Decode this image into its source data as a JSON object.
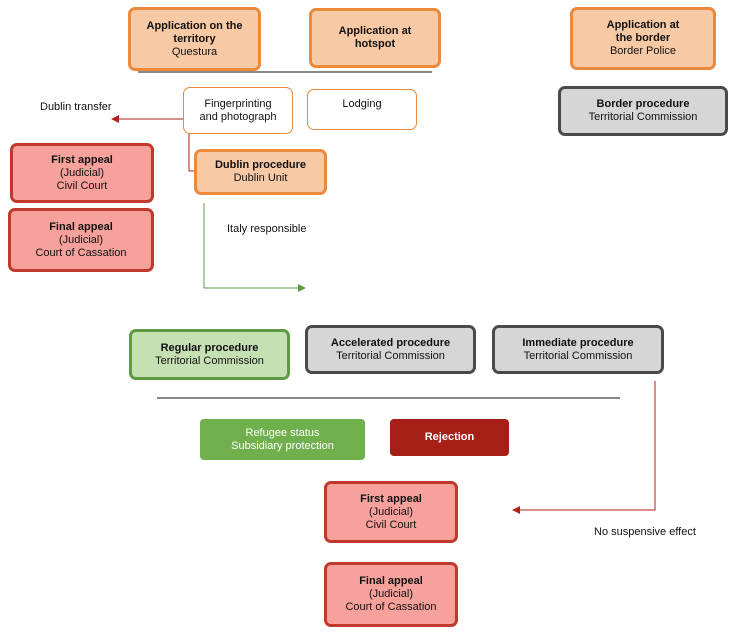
{
  "boxes": {
    "app_territory": {
      "title": "Application on the territory",
      "sub": "Questura"
    },
    "app_hotspot": {
      "title": "Application at hotspot"
    },
    "app_border": {
      "title": "Application at the border",
      "sub": "Border Police"
    },
    "fingerprinting": {
      "text": "Fingerprinting and photograph"
    },
    "lodging": {
      "text": "Lodging"
    },
    "border_procedure": {
      "title": "Border procedure",
      "sub": "Territorial Commission"
    },
    "dublin_procedure": {
      "title": "Dublin procedure",
      "sub": "Dublin Unit"
    },
    "first_appeal_left": {
      "title": "First appeal",
      "sub1": "(Judicial)",
      "sub2": "Civil Court"
    },
    "final_appeal_left": {
      "title": "Final appeal",
      "sub1": "(Judicial)",
      "sub2": "Court of Cassation"
    },
    "regular_procedure": {
      "title": "Regular procedure",
      "sub": "Territorial Commission"
    },
    "accelerated_procedure": {
      "title": "Accelerated procedure",
      "sub": "Territorial Commission"
    },
    "immediate_procedure": {
      "title": "Immediate procedure",
      "sub": "Territorial Commission"
    },
    "refugee_status": {
      "line1": "Refugee status",
      "line2": "Subsidiary protection"
    },
    "rejection": {
      "text": "Rejection"
    },
    "first_appeal_bottom": {
      "title": "First appeal",
      "sub1": "(Judicial)",
      "sub2": "Civil Court"
    },
    "final_appeal_bottom": {
      "title": "Final appeal",
      "sub1": "(Judicial)",
      "sub2": "Court of Cassation"
    }
  },
  "labels": {
    "dublin_transfer": "Dublin transfer",
    "italy_responsible": "Italy responsible",
    "no_suspensive_effect": "No suspensive effect"
  },
  "colors": {
    "orange_fill": "#f8c9a5",
    "orange_border": "#ea8a3a",
    "grey_fill": "#d6d6d6",
    "grey_border": "#4a4a4a",
    "green_fill": "#c5e0b3",
    "green_border": "#5e9b43",
    "red_fill": "#f6a19b",
    "red_border": "#c0392b",
    "solid_green": "#6fb04d",
    "solid_red": "#a51f16"
  }
}
